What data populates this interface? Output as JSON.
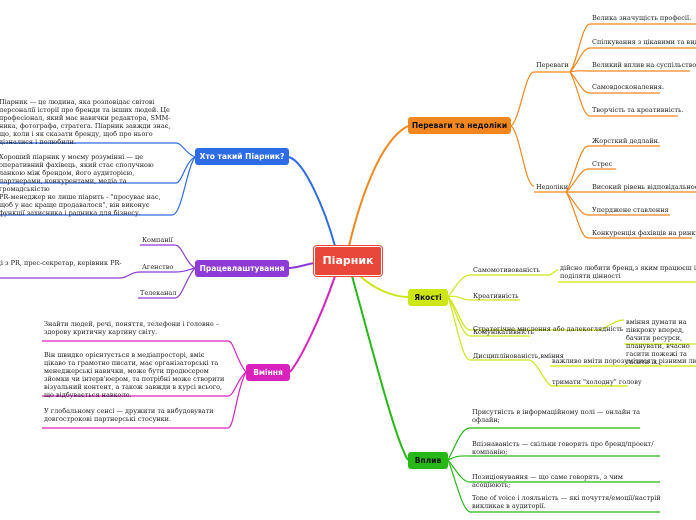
{
  "root": {
    "title": "Піарник"
  },
  "colors": {
    "root": "#e8473a",
    "pereva": "#f2861f",
    "who": "#2e6be6",
    "prac": "#8e3ad6",
    "yak": "#cde616",
    "vmin": "#d922bd",
    "vplyv": "#27b818"
  },
  "pereva": {
    "title": "Переваги та недоліки",
    "pros_label": "Переваги",
    "cons_label": "Недоліки",
    "pros": [
      "Велика значущість професії.",
      "Спілкування з цікавими та видатними",
      "Великий вплив на суспільство.",
      "Самовдосконалення.",
      "Творчість та креативність."
    ],
    "cons": [
      "Жорсткий дедлайн.",
      "Стрес",
      "Високий рівень відповідальності.",
      "Уперджене ставлення",
      "Конкуренція фахівців на ринку."
    ]
  },
  "who": {
    "title": "Хто такий Піарник?",
    "paras": [
      "Піарник — це людина, яка розповідає світові персоналії історії про бренди та інших людей. Це професіонал, який має навички редактора, SMM-ника, фотографа, стратега. Піарник завжди знає, що, коли і як сказати бренду, щоб про нього дізналися і полюбили.",
      "Хороший піарник у моєму розумінні — це оперативний фахівець, який стає сполучною ланкою між брендом, його аудиторією, партнерами, конкурентами, медіа та громадськістю",
      "PR-менеджер не лише піарить - \"просуває нас, щоб у нас краще продавалося\", він виконує функції захисника і радника для бізнесу."
    ]
  },
  "prac": {
    "title": "Працевлаштування",
    "places": [
      "Компанії",
      "Агенство",
      "Телеканал"
    ],
    "note": "ниці з PR, прес-секретар, керівник PR-"
  },
  "yak": {
    "title": "Якості",
    "items": [
      "Самомотивованість",
      "Креативність",
      "Стратегічне мислення або далекоглядність",
      "Комунікативність",
      "Дисциплінованість,вміння"
    ],
    "details": [
      "дійсно любити бренд,з яким працюєш і поділяти цінності",
      "вміння думати на півкроку вперед, бачити ресурси, планувати, вчасно гасити пожежі та гасити їх.",
      "важливо вміти порозумітися з різними людьми",
      "тримати \"холодну\" голову"
    ]
  },
  "vmin": {
    "title": "Вміння",
    "paras": [
      "Знайти людей, речі, поняття, телефони і головне – здорову критичну картину світу.",
      "Він швидко орієнтується в медіапросторі, вміє цікаво та грамотно писати, має організаторські та менеджерські навички, може бути продюсером зйомки чи інтерв'юером, та потрібні може створити візуальний контент, а також завжди в курсі всього, що відбувається навколо.",
      "У глобальному сенсі — дружити та вибудовувати довгострокові партнерські стосунки."
    ]
  },
  "vplyv": {
    "title": "Вплив",
    "items": [
      "Присутність в інформаційному полі — онлайн та офлайн;",
      "Впізнаваність — скільки говорять про бренд/проект/компанію;",
      "Позиціонування — що саме говорять, з чим асоціюють;",
      "Tone of voice і лояльність — які почуття/емоції/настрій викликає в аудиторії."
    ]
  }
}
